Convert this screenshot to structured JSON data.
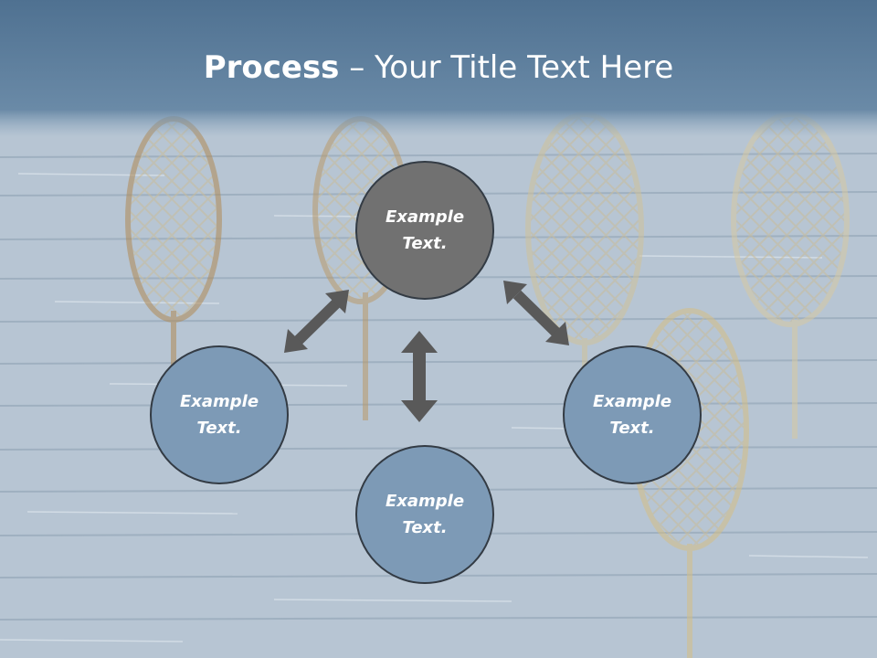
{
  "slide": {
    "title_bold": "Process",
    "title_rest": " – Your Title Text Here"
  },
  "nodes": {
    "top": {
      "line1": "Example",
      "line2": "Text."
    },
    "left": {
      "line1": "Example",
      "line2": "Text."
    },
    "right": {
      "line1": "Example",
      "line2": "Text."
    },
    "bottom": {
      "line1": "Example",
      "line2": "Text."
    }
  },
  "colors": {
    "title_bar": "#5d7e9b",
    "node_blue": "#7d9ab6",
    "node_gray": "#717171",
    "arrow": "#595959",
    "background": "#b7c5d3"
  }
}
